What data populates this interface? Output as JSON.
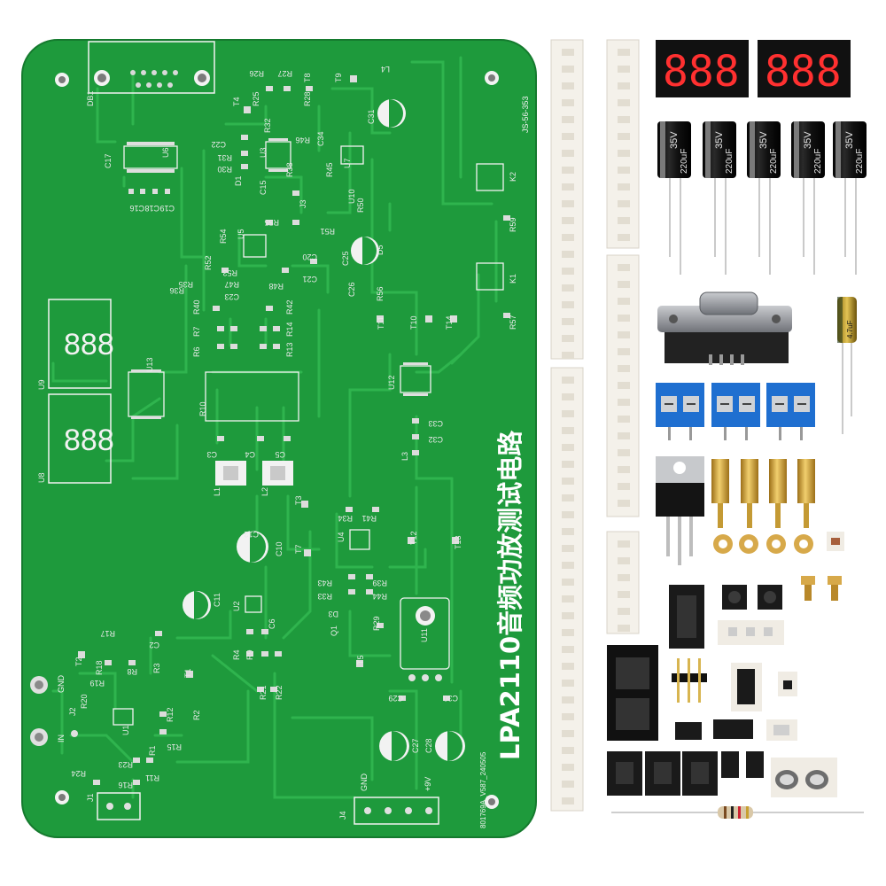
{
  "board": {
    "title": "LPA2110音频功放测试电路",
    "part_code": "JS-56-353",
    "version_code": "801769A_V587_240505",
    "labels": {
      "gnd_left": "GND",
      "in_left": "IN",
      "gnd_bottom": "GND",
      "plus9v": "+9V"
    },
    "designators": [
      "DB1",
      "U6",
      "C17",
      "C16",
      "C18",
      "C19",
      "R26",
      "R27",
      "T8",
      "T9",
      "L4",
      "R25",
      "C34",
      "R28",
      "T4",
      "C31",
      "C22",
      "R32",
      "R46",
      "U3",
      "R31",
      "R30",
      "U7",
      "R38",
      "R45",
      "D1",
      "C15",
      "R55",
      "U10",
      "J3",
      "R50",
      "K2",
      "R59",
      "U5",
      "R54",
      "R51",
      "C25",
      "D5",
      "R52",
      "R53",
      "R35",
      "R36",
      "R47",
      "C23",
      "C20",
      "C21",
      "R48",
      "C26",
      "R56",
      "K1",
      "R40",
      "R42",
      "R7",
      "R14",
      "R6",
      "R13",
      "T11",
      "T10",
      "T14",
      "R57",
      "U13",
      "U9",
      "U12",
      "R10",
      "C33",
      "C32",
      "C3",
      "C4",
      "C5",
      "L1",
      "L2",
      "L3",
      "T3",
      "R34",
      "R41",
      "U8",
      "C12",
      "C10",
      "T7",
      "U4",
      "T12",
      "T13",
      "R43",
      "R33",
      "R39",
      "R44",
      "D3",
      "C11",
      "U2",
      "R29",
      "Q1",
      "C6",
      "U11",
      "R17",
      "C2",
      "T5",
      "R4",
      "R9",
      "T2",
      "R18",
      "R8",
      "R3",
      "R19",
      "T1",
      "J2",
      "R20",
      "U1",
      "R12",
      "R15",
      "R2",
      "R21",
      "R22",
      "C29",
      "C30",
      "C27",
      "C28",
      "R23",
      "R24",
      "R1",
      "R11",
      "R16",
      "J1",
      "J4"
    ]
  },
  "kit": {
    "displays": [
      {
        "digits": "888"
      },
      {
        "digits": "888"
      }
    ],
    "capacitors": [
      {
        "voltage": "35V",
        "capacitance": "220uF"
      },
      {
        "voltage": "35V",
        "capacitance": "220uF"
      },
      {
        "voltage": "35V",
        "capacitance": "220uF"
      },
      {
        "voltage": "35V",
        "capacitance": "220uF"
      },
      {
        "voltage": "35V",
        "capacitance": "220uF"
      }
    ],
    "small_capacitor": {
      "capacitance": "4.7uF"
    },
    "colors": {
      "board": "#1e9a3c",
      "board_edge": "#157a2e",
      "trace": "#2fb44e",
      "terminal_block": "#1f6fd0",
      "capacitor": "#1a1a1a",
      "brass": "#d2a13a",
      "connector": "#f4f1ea",
      "display_digit": "#ff2a2a"
    }
  }
}
